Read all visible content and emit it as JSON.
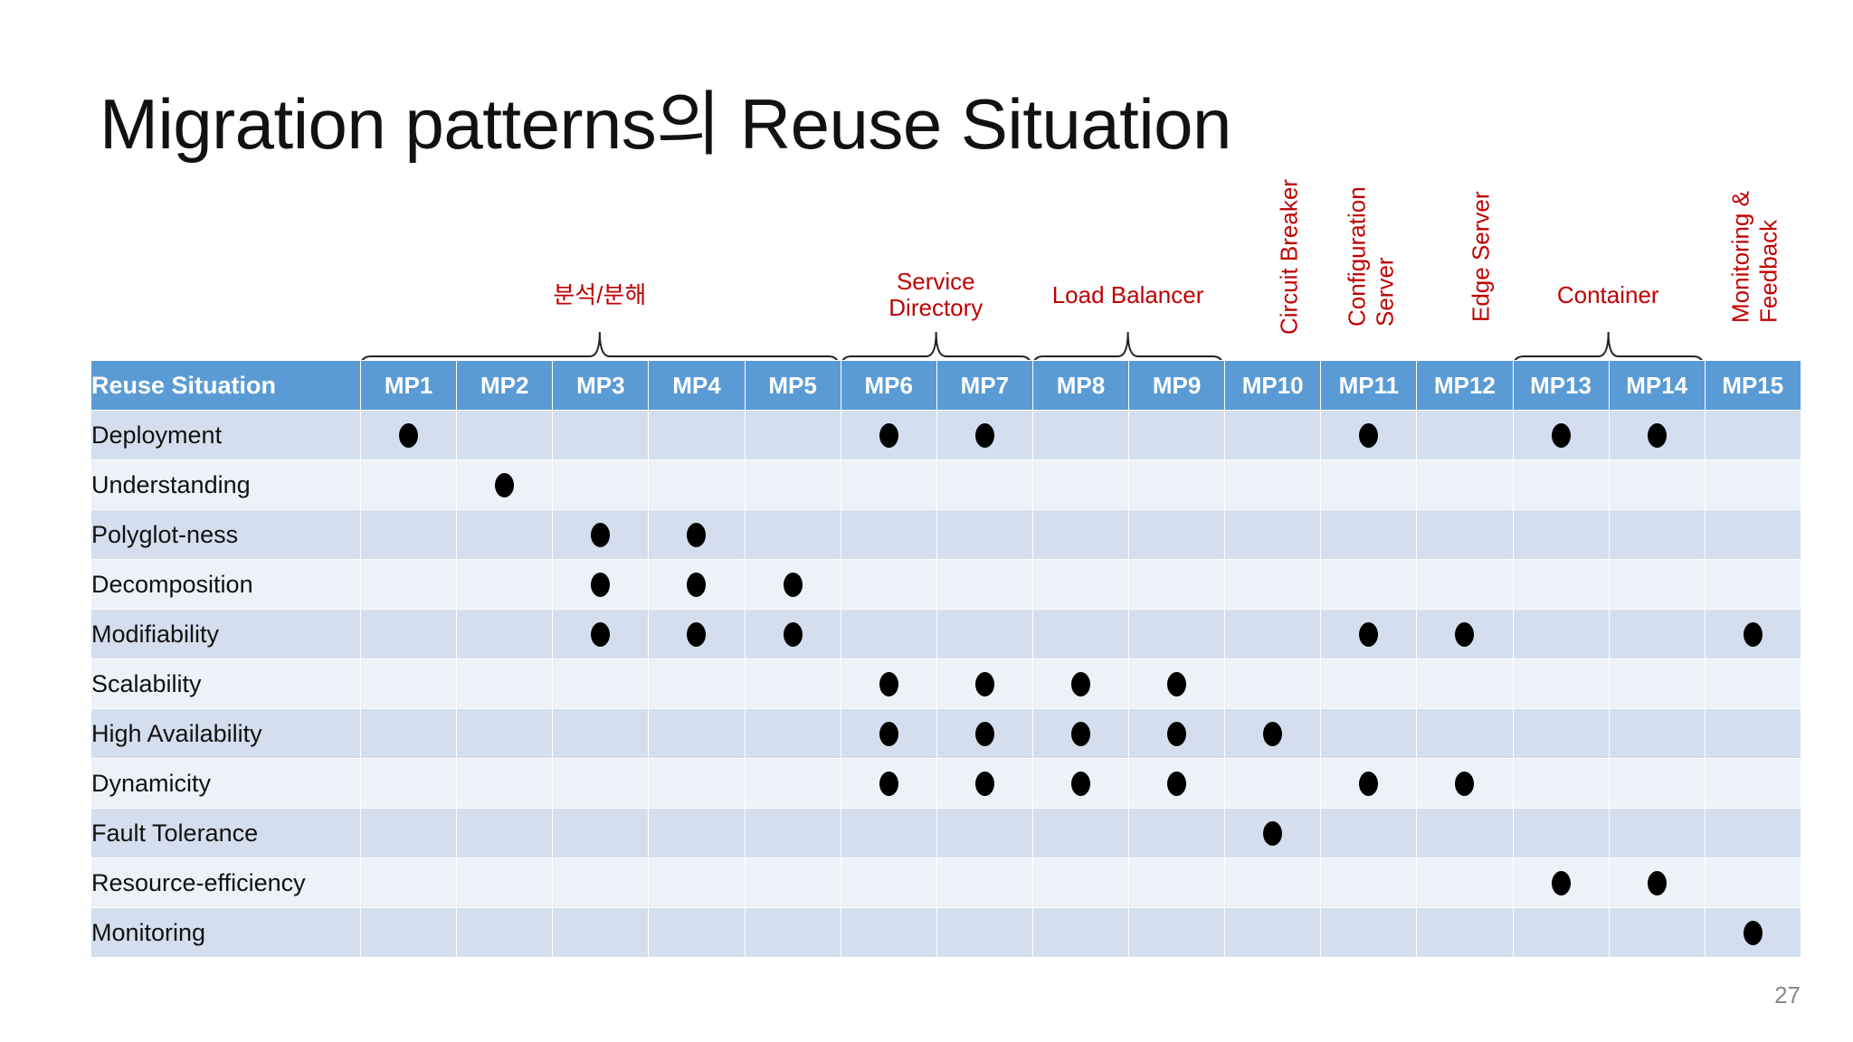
{
  "slide": {
    "title": "Migration patterns의 Reuse Situation",
    "page_number": "27",
    "accent_red": "#c00000",
    "header_blue": "#5b9bd5",
    "row_band_dark": "#d3dfee",
    "row_band_light": "#edf1f8"
  },
  "groups": [
    {
      "label": "분석/분해",
      "spans": [
        "MP1",
        "MP5"
      ],
      "orientation": "horizontal",
      "has_brace": true
    },
    {
      "label": "Service\nDirectory",
      "spans": [
        "MP6",
        "MP7"
      ],
      "orientation": "horizontal",
      "has_brace": true
    },
    {
      "label": "Load Balancer",
      "spans": [
        "MP8",
        "MP9"
      ],
      "orientation": "horizontal",
      "has_brace": true
    },
    {
      "label": "Circuit Breaker",
      "spans": [
        "MP10",
        "MP10"
      ],
      "orientation": "vertical",
      "has_brace": false
    },
    {
      "label": "Configuration\nServer",
      "spans": [
        "MP11",
        "MP11"
      ],
      "orientation": "vertical",
      "has_brace": false
    },
    {
      "label": "Edge Server",
      "spans": [
        "MP12",
        "MP12"
      ],
      "orientation": "vertical",
      "has_brace": false
    },
    {
      "label": "Container",
      "spans": [
        "MP13",
        "MP14"
      ],
      "orientation": "horizontal",
      "has_brace": true
    },
    {
      "label": "Monitoring &\nFeedback",
      "spans": [
        "MP15",
        "MP15"
      ],
      "orientation": "vertical",
      "has_brace": false
    }
  ],
  "table": {
    "row_header_label": "Reuse Situation",
    "columns": [
      "MP1",
      "MP2",
      "MP3",
      "MP4",
      "MP5",
      "MP6",
      "MP7",
      "MP8",
      "MP9",
      "MP10",
      "MP11",
      "MP12",
      "MP13",
      "MP14",
      "MP15"
    ],
    "rows": [
      {
        "label": "Deployment",
        "marks": [
          1,
          0,
          0,
          0,
          0,
          1,
          1,
          0,
          0,
          0,
          1,
          0,
          1,
          1,
          0
        ]
      },
      {
        "label": "Understanding",
        "marks": [
          0,
          1,
          0,
          0,
          0,
          0,
          0,
          0,
          0,
          0,
          0,
          0,
          0,
          0,
          0
        ]
      },
      {
        "label": "Polyglot-ness",
        "marks": [
          0,
          0,
          1,
          1,
          0,
          0,
          0,
          0,
          0,
          0,
          0,
          0,
          0,
          0,
          0
        ]
      },
      {
        "label": "Decomposition",
        "marks": [
          0,
          0,
          1,
          1,
          1,
          0,
          0,
          0,
          0,
          0,
          0,
          0,
          0,
          0,
          0
        ]
      },
      {
        "label": "Modifiability",
        "marks": [
          0,
          0,
          1,
          1,
          1,
          0,
          0,
          0,
          0,
          0,
          1,
          1,
          0,
          0,
          1
        ]
      },
      {
        "label": "Scalability",
        "marks": [
          0,
          0,
          0,
          0,
          0,
          1,
          1,
          1,
          1,
          0,
          0,
          0,
          0,
          0,
          0
        ]
      },
      {
        "label": "High Availability",
        "marks": [
          0,
          0,
          0,
          0,
          0,
          1,
          1,
          1,
          1,
          1,
          0,
          0,
          0,
          0,
          0
        ]
      },
      {
        "label": "Dynamicity",
        "marks": [
          0,
          0,
          0,
          0,
          0,
          1,
          1,
          1,
          1,
          0,
          1,
          1,
          0,
          0,
          0
        ]
      },
      {
        "label": "Fault Tolerance",
        "marks": [
          0,
          0,
          0,
          0,
          0,
          0,
          0,
          0,
          0,
          1,
          0,
          0,
          0,
          0,
          0
        ]
      },
      {
        "label": "Resource-efficiency",
        "marks": [
          0,
          0,
          0,
          0,
          0,
          0,
          0,
          0,
          0,
          0,
          0,
          0,
          1,
          1,
          0
        ]
      },
      {
        "label": "Monitoring",
        "marks": [
          0,
          0,
          0,
          0,
          0,
          0,
          0,
          0,
          0,
          0,
          0,
          0,
          0,
          0,
          1
        ]
      }
    ]
  }
}
